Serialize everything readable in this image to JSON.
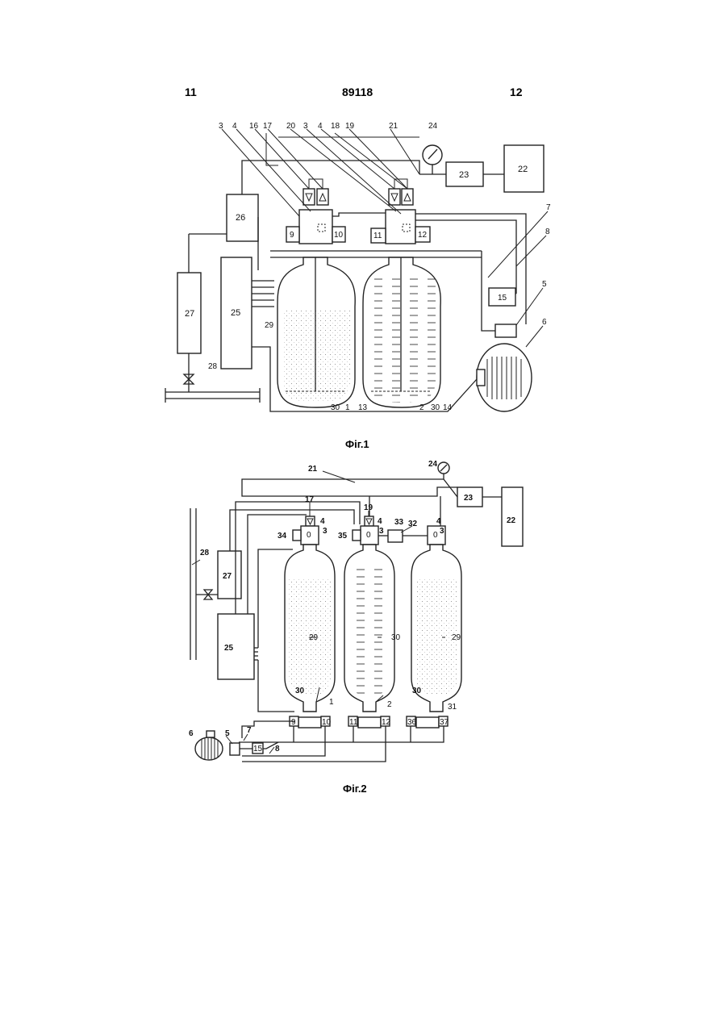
{
  "header": {
    "page_left": "11",
    "patent_number": "89118",
    "page_right": "12"
  },
  "figure1": {
    "caption": "Фіг.1",
    "box_labels": {
      "b22": "22",
      "b23": "23",
      "b26": "26",
      "b25": "25",
      "b27": "27",
      "b9": "9",
      "b10": "10",
      "b11": "11",
      "b12": "12",
      "b15": "15"
    },
    "callouts": {
      "c3a": "3",
      "c4a": "4",
      "c16": "16",
      "c17": "17",
      "c20": "20",
      "c3b": "3",
      "c4b": "4",
      "c18": "18",
      "c19": "19",
      "c21": "21",
      "c24": "24",
      "c7": "7",
      "c8": "8",
      "c5": "5",
      "c6": "6",
      "c29": "29",
      "c28": "28",
      "c30a": "30",
      "c1": "1",
      "c13": "13",
      "c2": "2",
      "c30b": "30",
      "c14": "14"
    }
  },
  "figure2": {
    "caption": "Фіг.2",
    "box_labels": {
      "b22": "22",
      "b23": "23",
      "b27": "27",
      "b25": "25",
      "b15": "15",
      "b9": "9",
      "b10": "10",
      "b11": "11",
      "b12": "12",
      "b36": "36",
      "b37": "37"
    },
    "callouts": {
      "c21": "21",
      "c24": "24",
      "c17": "17",
      "c19": "19",
      "c4a": "4",
      "c3a": "3",
      "c4b": "4",
      "c3b": "3",
      "c33": "33",
      "c32": "32",
      "c4c": "4",
      "c3c": "3",
      "c34": "34",
      "c35": "35",
      "c28": "28",
      "c29a": "29",
      "c30mid": "30",
      "c29b": "29",
      "c30a": "30",
      "c1": "1",
      "c2": "2",
      "c30c": "30",
      "c31": "31",
      "c6": "6",
      "c5": "5",
      "c7": "7",
      "c8": "8"
    }
  }
}
